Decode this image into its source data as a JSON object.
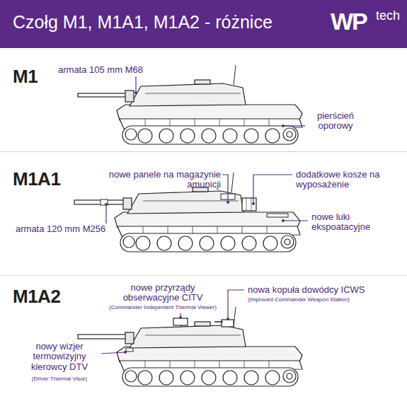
{
  "diagram": {
    "title": "Czołg M1, M1A1, M1A2 - różnice",
    "nodes": [
      {
        "text": [
          "M1"
        ]
      },
      {
        "text": [
          "M1A1"
        ]
      },
      {
        "text": [
          "M1A2"
        ]
      }
    ],
    "labels": [
      "WP",
      "tech",
      "armata 105 mm M68",
      "pierścień oporowy",
      "nowe panele na magazynie amunicji",
      "dodatkowe kosze na wyposażenie",
      "armata 120 mm M256",
      "nowe luki ekspoatacyjne",
      "nowe przyrządy obserwacyjne CITV",
      "(Commander Indepentent Thermal Viewer)",
      "nowa kopuła dowódcy ICWS",
      "(Improved Commander Weapon Station)",
      "nowy wizjer termowizyjny kierowcy DTV",
      "(Driver Thermal Visor)"
    ]
  }
}
